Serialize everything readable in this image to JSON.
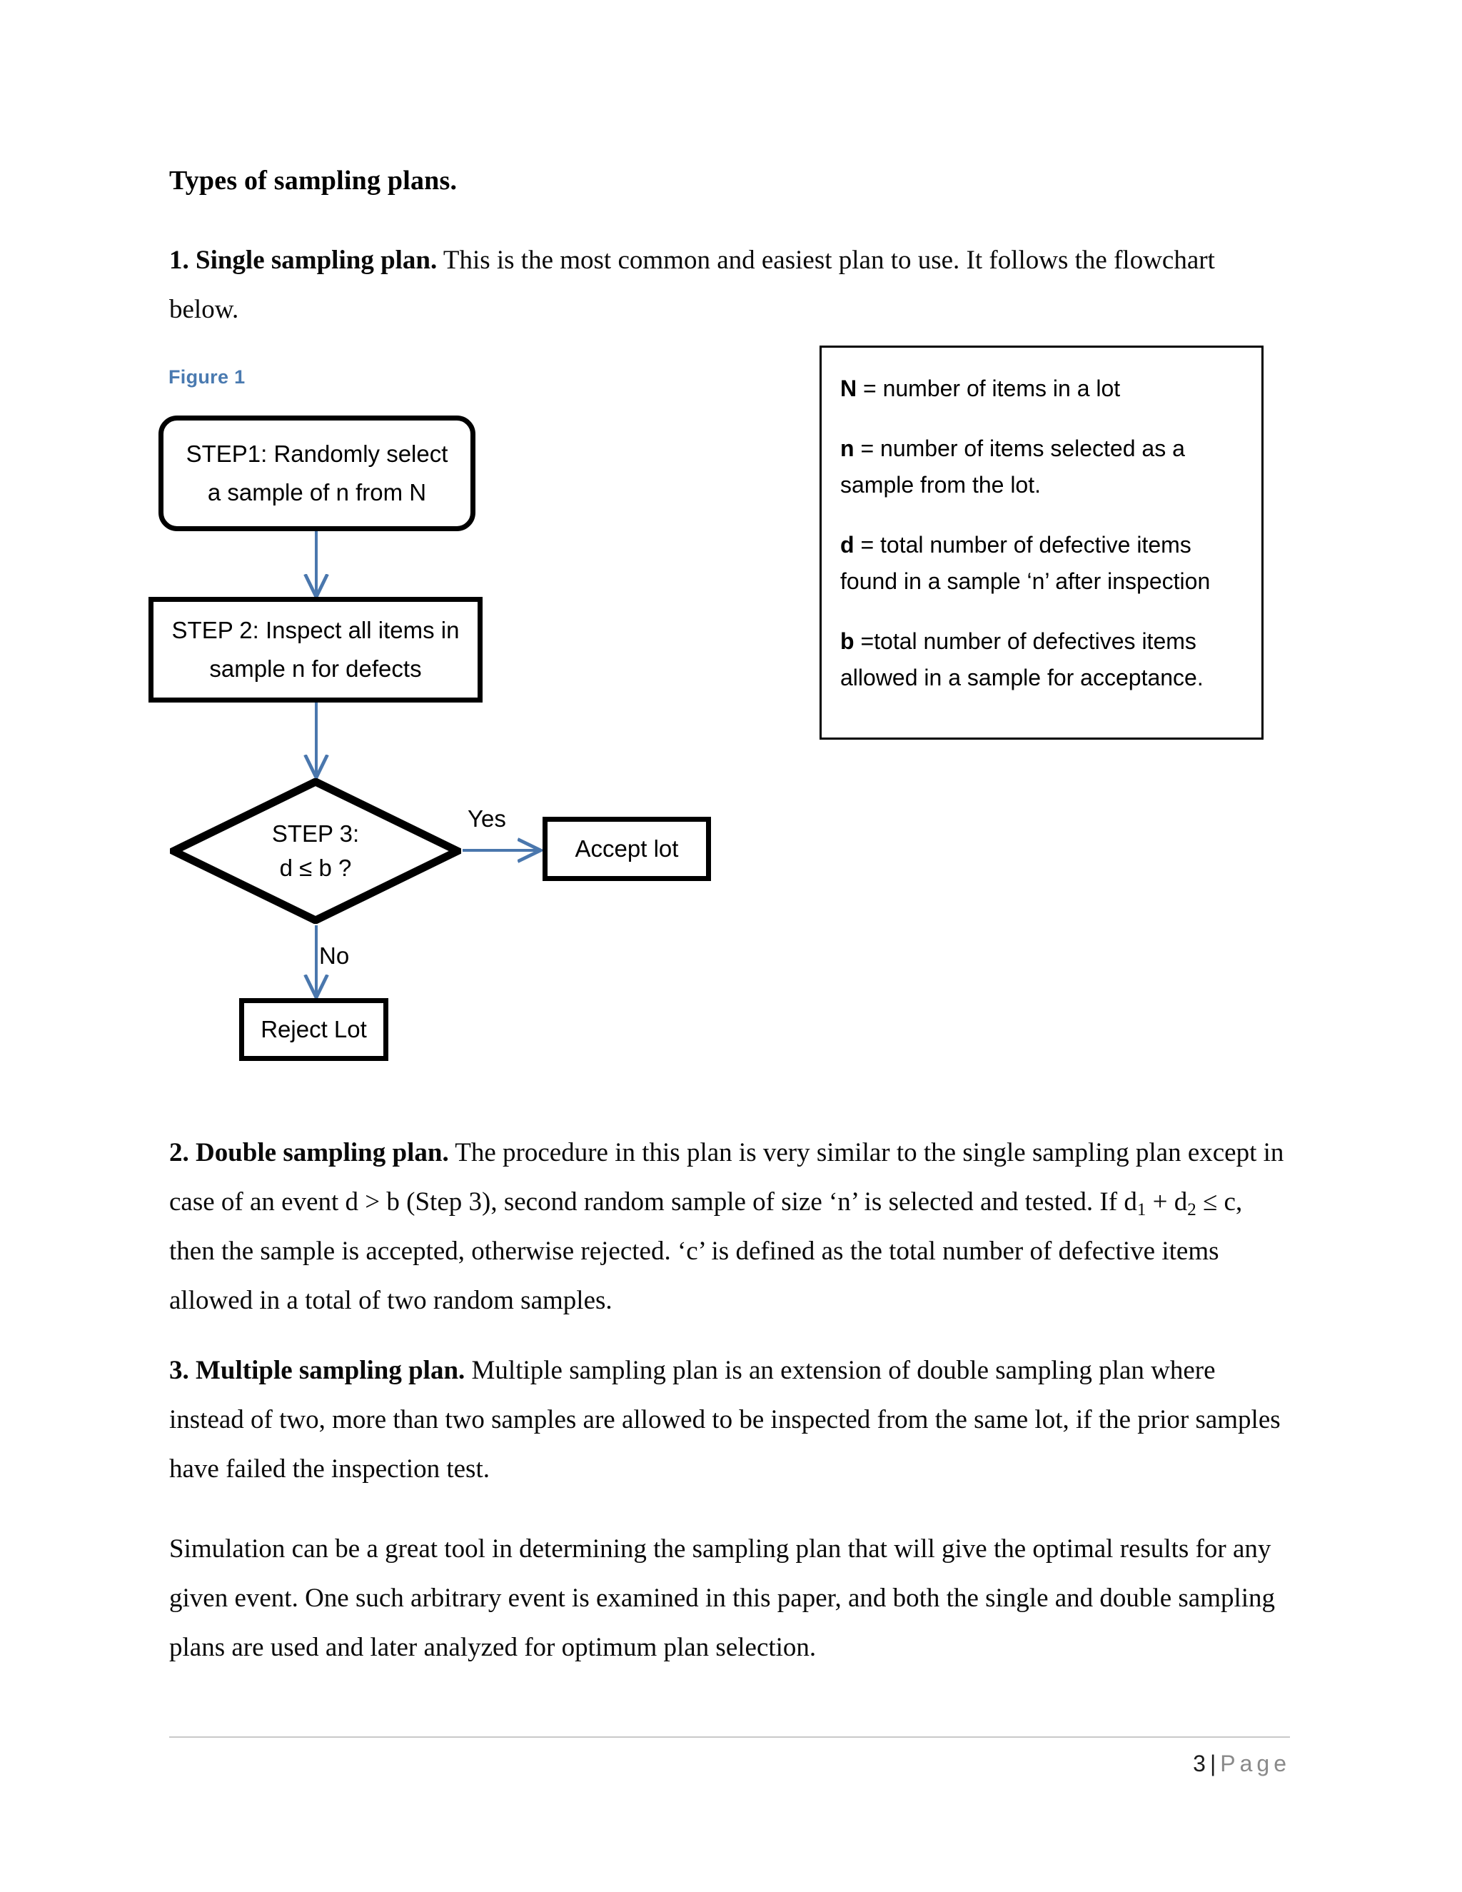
{
  "document": {
    "heading": "Types of sampling plans.",
    "paragraphs": {
      "p1_bold": "1. Single sampling plan.",
      "p1_rest": " This is the most common and easiest plan to use. It follows the flowchart below.",
      "p2_bold": "2. Double sampling plan.",
      "p2_part1": " The procedure in this plan is very similar to the single sampling plan except in case of an event d > b (Step 3), second random sample of size ‘n’ is selected and tested. If d",
      "p2_sub1": "1",
      "p2_part2": " + d",
      "p2_sub2": "2",
      "p2_part3": " ≤ c, then the sample is accepted, otherwise rejected. ‘c’ is defined as the total number of defective items allowed in a total of two random samples.",
      "p3_bold": "3. Multiple sampling plan.",
      "p3_rest": " Multiple sampling plan is an extension of double sampling plan where instead of two, more than two samples are allowed to be inspected from the same lot, if the prior samples have failed the inspection test.",
      "p4": "Simulation can be a great tool in determining the sampling plan that will give the optimal results for any given event. One such arbitrary event is examined in this paper, and both the single and double sampling plans are used and later analyzed for optimum plan selection."
    }
  },
  "figure": {
    "label": "Figure 1",
    "label_color": "#4a7ab0",
    "arrow_color": "#4a77ad",
    "node_border_color": "#000000",
    "nodes": {
      "step1_line1": "STEP1: Randomly select",
      "step1_line2": "a sample of n from N",
      "step2_line1": "STEP 2: Inspect all items in",
      "step2_line2": "sample n for defects",
      "decision_line1": "STEP 3:",
      "decision_line2": "d ≤ b ?",
      "accept": "Accept lot",
      "reject": "Reject Lot"
    },
    "edges": {
      "yes": "Yes",
      "no": "No"
    }
  },
  "legend": {
    "items": [
      {
        "var": "N",
        "text": " = number of items in a lot"
      },
      {
        "var": "n",
        "text": " = number of items selected as a sample from the lot."
      },
      {
        "var": "d",
        "text": " = total number of defective items found in a sample ‘n’ after inspection"
      },
      {
        "var": "b",
        "text": " =total number of defectives items allowed in a sample for acceptance."
      }
    ]
  },
  "footer": {
    "page_number": "3",
    "separator": "|",
    "page_word": "Page"
  }
}
